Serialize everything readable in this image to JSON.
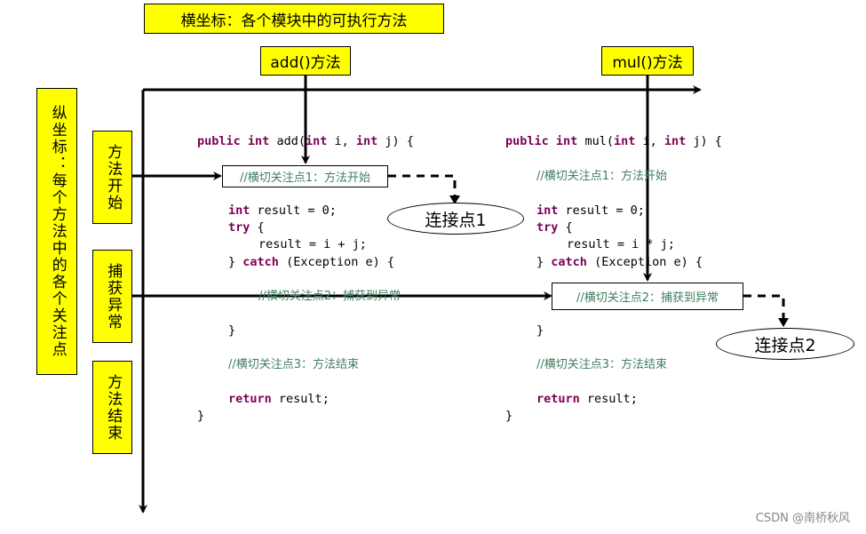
{
  "labels": {
    "x_axis": "横坐标：各个模块中的可执行方法",
    "y_axis": "纵坐标：每个方法中的各个关注点",
    "add_method": "add()方法",
    "mul_method": "mul()方法",
    "method_start": "方法开始",
    "catch_exception": "捕获异常",
    "method_end": "方法结束"
  },
  "add_code": {
    "signature_kw1": "public",
    "signature_kw2": "int",
    "signature_name": "add(",
    "signature_kw3": "int",
    "signature_mid": "i, ",
    "signature_kw4": "int",
    "signature_tail": "j) {",
    "comment1": "//横切关注点1：方法开始",
    "decl_kw": "int",
    "decl_rest": "result = 0;",
    "try_kw": "try",
    "try_rest": "{",
    "calc": "result = i + j;",
    "catch_open": "}",
    "catch_kw": "catch",
    "catch_rest": "(Exception e) {",
    "comment2": "//横切关注点2：捕获到异常",
    "close1": "}",
    "comment3": "//横切关注点3：方法结束",
    "return_kw": "return",
    "return_rest": "result;",
    "close2": "}"
  },
  "mul_code": {
    "signature_kw1": "public",
    "signature_kw2": "int",
    "signature_name": "mul(",
    "signature_kw3": "int",
    "signature_mid": "i, ",
    "signature_kw4": "int",
    "signature_tail": "j) {",
    "comment1": "//横切关注点1：方法开始",
    "decl_kw": "int",
    "decl_rest": "result = 0;",
    "try_kw": "try",
    "try_rest": "{",
    "calc": "result = i * j;",
    "catch_open": "}",
    "catch_kw": "catch",
    "catch_rest": "(Exception e) {",
    "comment2": "//横切关注点2：捕获到异常",
    "close1": "}",
    "comment3": "//横切关注点3：方法结束",
    "return_kw": "return",
    "return_rest": "result;",
    "close2": "}"
  },
  "join_points": {
    "p1": "连接点1",
    "p2": "连接点2"
  },
  "watermark": "CSDN @南桥秋风",
  "colors": {
    "label_bg": "#ffff00",
    "keyword": "#7f0055",
    "comment": "#3f7f5f"
  }
}
